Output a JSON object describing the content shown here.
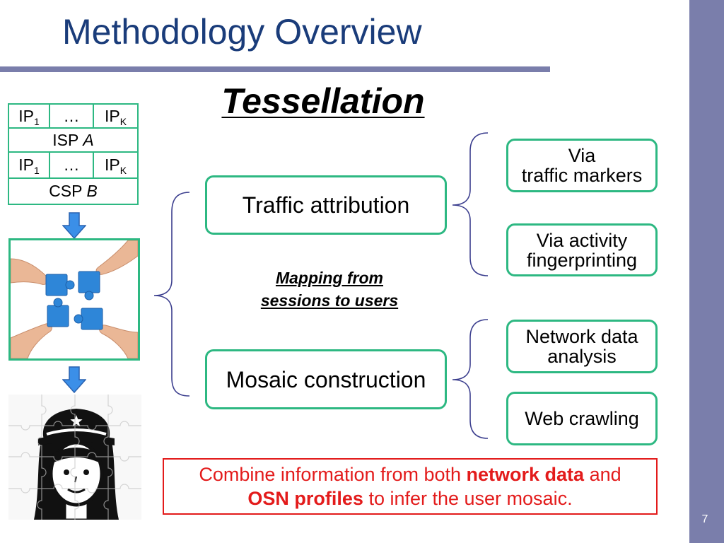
{
  "slide": {
    "title": "Methodology Overview",
    "page_number": "7"
  },
  "colors": {
    "title": "#1a3c7a",
    "accent_bar": "#7a7eab",
    "box_border": "#2db882",
    "brace": "#3b3e8e",
    "summary_red": "#e31b1b",
    "arrow_blue": "#3b8fe8"
  },
  "isp_table": {
    "isp_row": [
      {
        "base": "IP",
        "sub": "1"
      },
      {
        "base": "…"
      },
      {
        "base": "IP",
        "sub": "K"
      }
    ],
    "isp_label": {
      "text": "ISP",
      "italic": "A"
    },
    "csp_row": [
      {
        "base": "IP",
        "sub": "1"
      },
      {
        "base": "…"
      },
      {
        "base": "IP",
        "sub": "K"
      }
    ],
    "csp_label": {
      "text": "CSP",
      "italic": "B"
    }
  },
  "illustrations": {
    "arrow": "down-arrow-icon",
    "puzzle": "puzzle-hands-icon",
    "mosaic": "police-officer-mosaic-icon"
  },
  "heading": "Tessellation",
  "phases": [
    {
      "label": "Traffic attribution",
      "methods": [
        {
          "lines": [
            "Via",
            "traffic markers"
          ]
        },
        {
          "lines": [
            "Via activity",
            "fingerprinting"
          ]
        }
      ]
    },
    {
      "label": "Mosaic construction",
      "methods": [
        {
          "lines": [
            "Network data",
            "analysis"
          ]
        },
        {
          "lines": [
            "Web crawling"
          ]
        }
      ]
    }
  ],
  "mapping_note": {
    "lines": [
      "Mapping from",
      "sessions to users"
    ]
  },
  "summary": {
    "line1": {
      "before": "Combine information from both ",
      "strong": "network data",
      "after": " and"
    },
    "line2": {
      "strong": "OSN profiles",
      "after": " to infer the user mosaic."
    }
  }
}
